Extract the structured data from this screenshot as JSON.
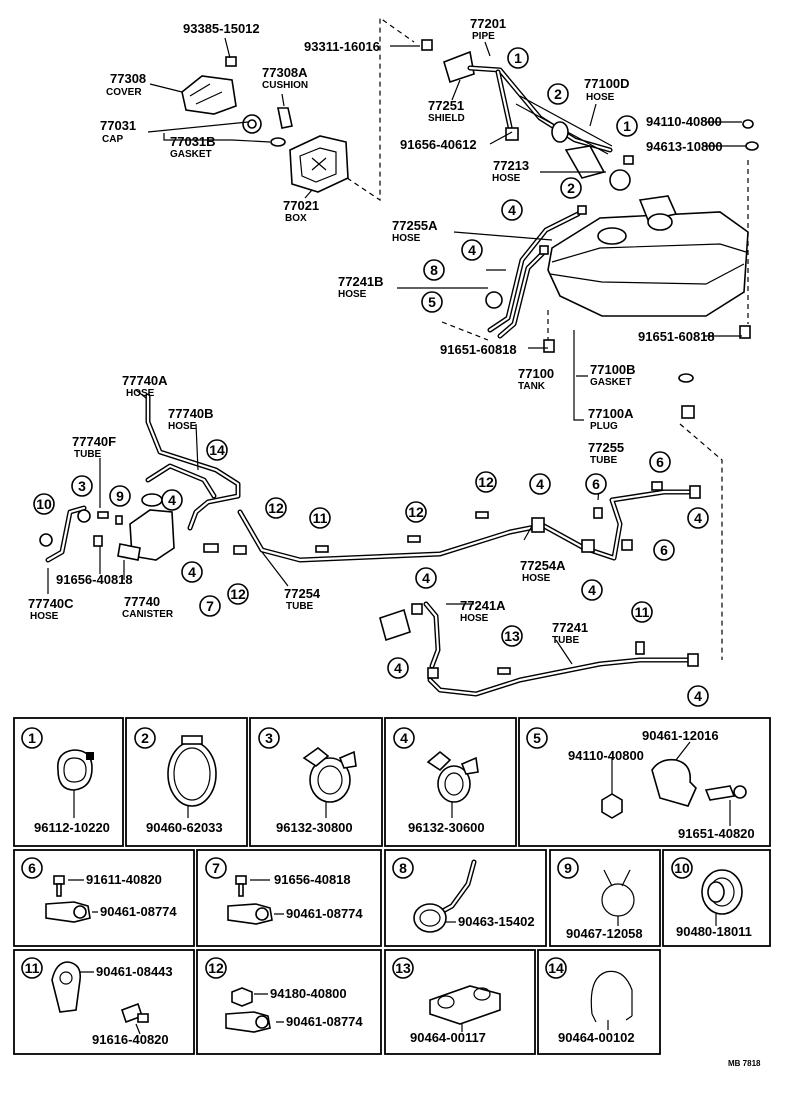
{
  "labels": {
    "p93385": {
      "num": "93385-15012"
    },
    "p93311": {
      "num": "93311-16016"
    },
    "p77201": {
      "num": "77201",
      "name": "PIPE"
    },
    "p77308": {
      "num": "77308",
      "name": "COVER"
    },
    "p77308a": {
      "num": "77308A",
      "name": "CUSHION"
    },
    "p77251": {
      "num": "77251",
      "name": "SHIELD"
    },
    "p77100d": {
      "num": "77100D",
      "name": "HOSE"
    },
    "p77031": {
      "num": "77031",
      "name": "CAP"
    },
    "p77031b": {
      "num": "77031B",
      "name": "GASKET"
    },
    "p94110a": {
      "num": "94110-40800"
    },
    "p94613": {
      "num": "94613-10800"
    },
    "p91656a": {
      "num": "91656-40612"
    },
    "p77213": {
      "num": "77213",
      "name": "HOSE"
    },
    "p77021": {
      "num": "77021",
      "name": "BOX"
    },
    "p77255a": {
      "num": "77255A",
      "name": "HOSE"
    },
    "p77241b": {
      "num": "77241B",
      "name": "HOSE"
    },
    "p91651a": {
      "num": "91651-60818"
    },
    "p91651b": {
      "num": "91651-60818"
    },
    "p77100": {
      "num": "77100",
      "name": "TANK"
    },
    "p77100b": {
      "num": "77100B",
      "name": "GASKET"
    },
    "p77100a": {
      "num": "77100A",
      "name": "PLUG"
    },
    "p77740a": {
      "num": "77740A",
      "name": "HOSE"
    },
    "p77740b": {
      "num": "77740B",
      "name": "HOSE"
    },
    "p77740f": {
      "num": "77740F",
      "name": "TUBE"
    },
    "p77255": {
      "num": "77255",
      "name": "TUBE"
    },
    "p91656b": {
      "num": "91656-40818"
    },
    "p77740c": {
      "num": "77740C",
      "name": "HOSE"
    },
    "p77740": {
      "num": "77740",
      "name": "CANISTER"
    },
    "p77254": {
      "num": "77254",
      "name": "TUBE"
    },
    "p77254a": {
      "num": "77254A",
      "name": "HOSE"
    },
    "p77241a": {
      "num": "77241A",
      "name": "HOSE"
    },
    "p77241": {
      "num": "77241",
      "name": "TUBE"
    }
  },
  "callouts": [
    "1",
    "2",
    "3",
    "4",
    "5",
    "6",
    "7",
    "8",
    "9",
    "10",
    "11",
    "12",
    "13",
    "14"
  ],
  "details": {
    "d1": {
      "num": "1",
      "parts": [
        "96112-10220"
      ]
    },
    "d2": {
      "num": "2",
      "parts": [
        "90460-62033"
      ]
    },
    "d3": {
      "num": "3",
      "parts": [
        "96132-30800"
      ]
    },
    "d4": {
      "num": "4",
      "parts": [
        "96132-30600"
      ]
    },
    "d5": {
      "num": "5",
      "parts": [
        "90461-12016",
        "94110-40800",
        "91651-40820"
      ]
    },
    "d6": {
      "num": "6",
      "parts": [
        "91611-40820",
        "90461-08774"
      ]
    },
    "d7": {
      "num": "7",
      "parts": [
        "91656-40818",
        "90461-08774"
      ]
    },
    "d8": {
      "num": "8",
      "parts": [
        "90463-15402"
      ]
    },
    "d9": {
      "num": "9",
      "parts": [
        "90467-12058"
      ]
    },
    "d10": {
      "num": "10",
      "parts": [
        "90480-18011"
      ]
    },
    "d11": {
      "num": "11",
      "parts": [
        "90461-08443",
        "91616-40820"
      ]
    },
    "d12": {
      "num": "12",
      "parts": [
        "94180-40800",
        "90461-08774"
      ]
    },
    "d13": {
      "num": "13",
      "parts": [
        "90464-00117"
      ]
    },
    "d14": {
      "num": "14",
      "parts": [
        "90464-00102"
      ]
    }
  },
  "footer": {
    "code": "MB 7818"
  }
}
